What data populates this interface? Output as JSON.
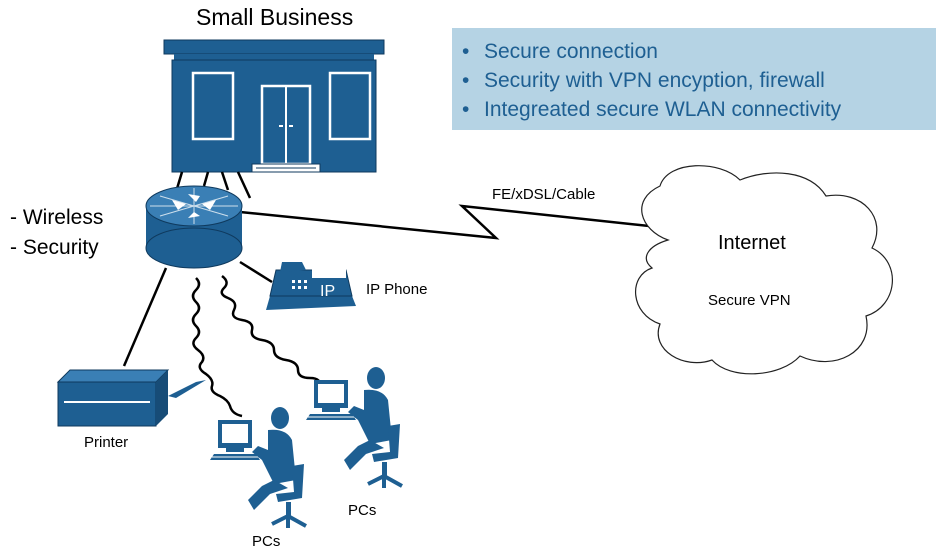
{
  "title": "Small Business",
  "features": [
    "Secure connection",
    "Security with VPN encyption, firewall",
    "Integreated secure WLAN connectivity"
  ],
  "router_notes": [
    "- Wireless",
    "- Security"
  ],
  "link_label": "FE/xDSL/Cable",
  "cloud": {
    "title": "Internet",
    "subtitle": "Secure VPN"
  },
  "devices": {
    "ip_phone": "IP Phone",
    "phone_badge": "IP",
    "printer": "Printer",
    "pcs_right": "PCs",
    "pcs_left": "PCs"
  },
  "colors": {
    "icon_blue": "#1e5f92",
    "feature_box": "#b5d3e4",
    "feature_text": "#1e5f92"
  }
}
